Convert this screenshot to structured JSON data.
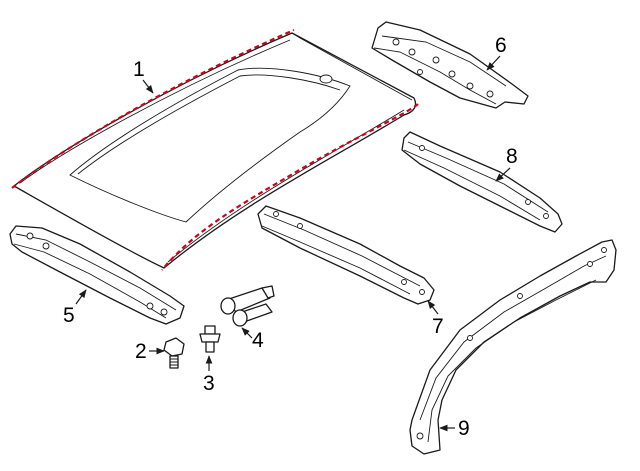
{
  "colors": {
    "line": "#1a1a1a",
    "seal_dash": "#d0021b",
    "background": "#ffffff"
  },
  "callouts": [
    {
      "id": "roof-panel",
      "label": "1"
    },
    {
      "id": "bolt",
      "label": "2"
    },
    {
      "id": "stud",
      "label": "3"
    },
    {
      "id": "clip",
      "label": "4"
    },
    {
      "id": "front-header",
      "label": "5"
    },
    {
      "id": "rear-header",
      "label": "6"
    },
    {
      "id": "center-bow",
      "label": "7"
    },
    {
      "id": "rear-bow",
      "label": "8"
    },
    {
      "id": "roof-rail",
      "label": "9"
    }
  ]
}
